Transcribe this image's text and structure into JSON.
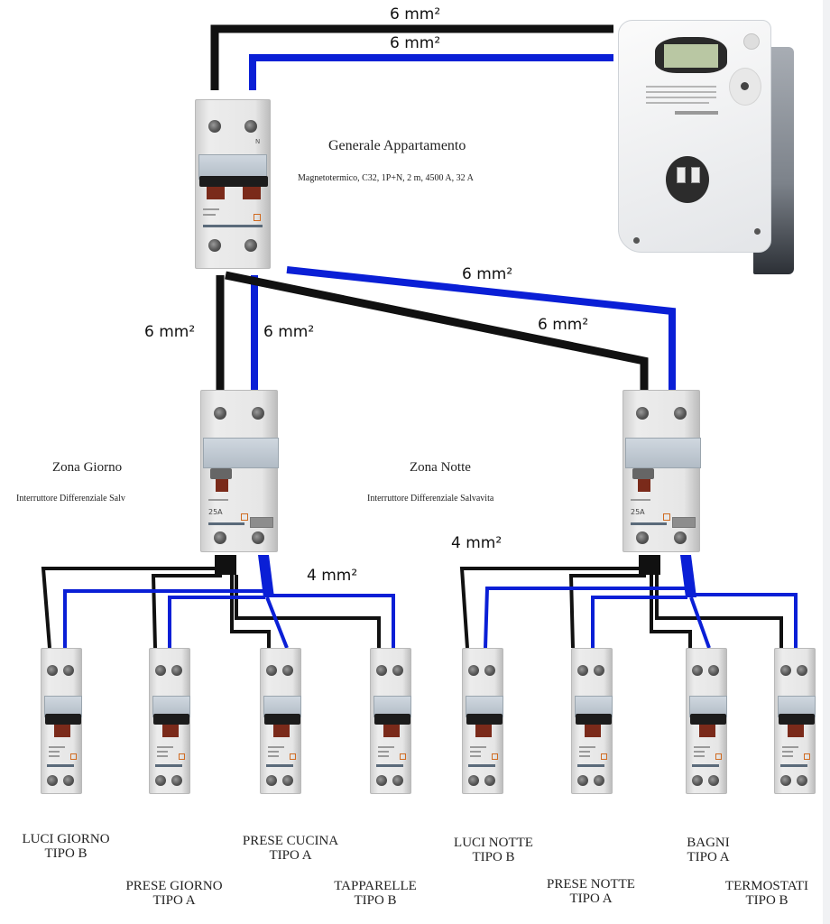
{
  "diagram": {
    "title": "Generale Appartamento",
    "subtitle": "Magnetotermico, C32, 1P+N, 2 m, 4500 A, 32 A",
    "colors": {
      "phase_wire": "#111111",
      "neutral_wire": "#0a1fd6",
      "background": "#ffffff"
    },
    "wire_labels": {
      "meter_phase": "6 mm²",
      "meter_neutral": "6 mm²",
      "giorno_phase": "6 mm²",
      "giorno_neutral": "6 mm²",
      "notte_neutral": "6 mm²",
      "notte_phase": "6 mm²",
      "giorno_branch": "4 mm²",
      "notte_branch": "4 mm²"
    },
    "devices": {
      "meter": {
        "icon": "electricity-meter-icon"
      },
      "main_breaker": {
        "icon": "double-pole-breaker-icon",
        "neutral_mark": "N"
      }
    },
    "zones": [
      {
        "title": "Zona Giorno",
        "subtitle": "Interruttore Differenziale Salv",
        "rcd_rating": "25A"
      },
      {
        "title": "Zona Notte",
        "subtitle": "Interruttore Differenziale Salvavita",
        "rcd_rating": "25A"
      }
    ],
    "circuits": [
      {
        "name": "LUCI GIORNO",
        "type": "TIPO B"
      },
      {
        "name": "PRESE GIORNO",
        "type": "TIPO A"
      },
      {
        "name": "PRESE CUCINA",
        "type": "TIPO A"
      },
      {
        "name": "TAPPARELLE",
        "type": "TIPO B"
      },
      {
        "name": "LUCI NOTTE",
        "type": "TIPO B"
      },
      {
        "name": "PRESE NOTTE",
        "type": "TIPO A"
      },
      {
        "name": "BAGNI",
        "type": "TIPO A"
      },
      {
        "name": "TERMOSTATI",
        "type": "TIPO B"
      }
    ]
  }
}
